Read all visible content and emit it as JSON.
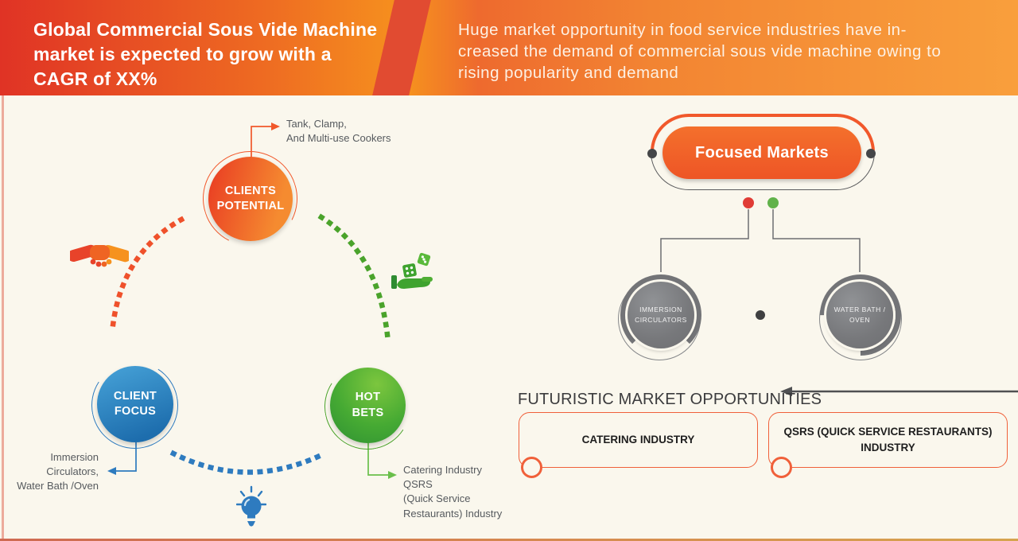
{
  "banner": {
    "title_lines": [
      "Global Commercial Sous Vide Machine",
      "market is expected to grow with a",
      "CAGR of XX%"
    ],
    "subtitle_lines": [
      "Huge market opportunity in food service industries have in-",
      "creased the demand of commercial sous vide machine owing to",
      "rising popularity and demand"
    ]
  },
  "strategy": {
    "clients_potential": {
      "lines": [
        "CLIENTS",
        "POTENTIAL"
      ]
    },
    "client_focus": {
      "lines": [
        "CLIENT",
        "FOCUS"
      ]
    },
    "hot_bets": {
      "lines": [
        "HOT",
        "BETS"
      ]
    },
    "tank_note": {
      "lines": [
        "Tank, Clamp,",
        "And Multi-use Cookers"
      ]
    },
    "immersion_note": {
      "lines": [
        "Immersion",
        "Circulators,",
        "Water Bath /Oven"
      ]
    },
    "catering_note": {
      "lines": [
        "Catering Industry",
        "QSRS",
        "(Quick Service",
        "Restaurants) Industry"
      ]
    }
  },
  "focused_markets": {
    "title": "Focused Markets",
    "segments": [
      {
        "lines": [
          "IMMERSION",
          "CIRCULATORS"
        ]
      },
      {
        "lines": [
          "WATER BATH /",
          "OVEN"
        ]
      }
    ]
  },
  "opportunities": {
    "heading": "FUTURISTIC MARKET OPPORTUNITIES",
    "boxes": [
      {
        "lines": [
          "CATERING INDUSTRY"
        ]
      },
      {
        "lines": [
          "QSRS (QUICK SERVICE RESTAURANTS)",
          "INDUSTRY"
        ]
      }
    ]
  },
  "icons": {
    "handshake-icon": "🤝",
    "hand-with-dice-icon": "🎲",
    "lightbulb-icon": "💡",
    "arrow-icon": "→"
  },
  "colors": {
    "banner_red": "#e03325",
    "banner_orange": "#f99f3c",
    "accent_orange": "#f1582b",
    "blue": "#2e7bbf",
    "green": "#4aa32b",
    "node_gray": "#77787b",
    "background": "#faf7ed",
    "red_dot": "#e03c35",
    "green_dot": "#61b24a"
  }
}
